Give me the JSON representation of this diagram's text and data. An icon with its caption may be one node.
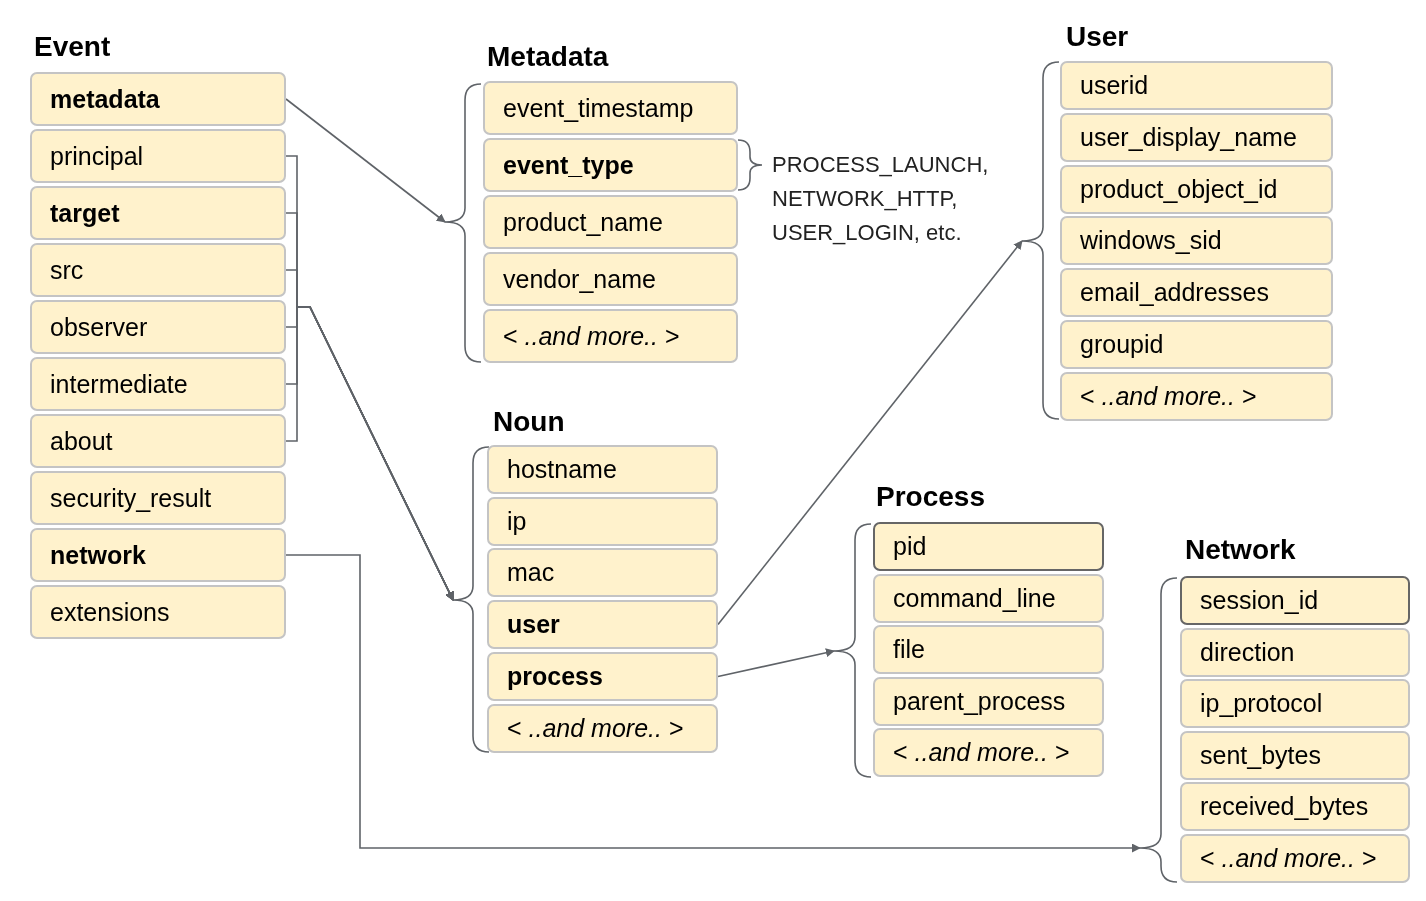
{
  "diagram": {
    "nodes": [
      {
        "text": [
          "Event"
        ]
      },
      {
        "text": [
          "metadata"
        ],
        "in": 0
      },
      {
        "text": [
          "principal"
        ],
        "in": 0
      },
      {
        "text": [
          "target"
        ],
        "in": 0
      },
      {
        "text": [
          "src"
        ],
        "in": 0
      },
      {
        "text": [
          "observer"
        ],
        "in": 0
      },
      {
        "text": [
          "intermediate"
        ],
        "in": 0
      },
      {
        "text": [
          "about"
        ],
        "in": 0
      },
      {
        "text": [
          "security_result"
        ],
        "in": 0
      },
      {
        "text": [
          "network"
        ],
        "in": 0
      },
      {
        "text": [
          "extensions"
        ],
        "in": 0
      },
      {
        "text": [
          "Metadata"
        ]
      },
      {
        "text": [
          "event_timestamp"
        ],
        "in": 11
      },
      {
        "text": [
          "event_type"
        ],
        "in": 11,
        "beside": [
          "PROCESS_LAUNCH, NETWORK_HTTP, USER_LOGIN, etc."
        ]
      },
      {
        "text": [
          "product_name"
        ],
        "in": 11
      },
      {
        "text": [
          "vendor_name"
        ],
        "in": 11
      },
      {
        "text": [
          "< *..and more..* >"
        ],
        "in": 11
      },
      {
        "text": [
          "User"
        ]
      },
      {
        "text": [
          "userid"
        ],
        "in": 17
      },
      {
        "text": [
          "user_display_name"
        ],
        "in": 17
      },
      {
        "text": [
          "product_object_id"
        ],
        "in": 17
      },
      {
        "text": [
          "windows_sid"
        ],
        "in": 17
      },
      {
        "text": [
          "email_addresses"
        ],
        "in": 17
      },
      {
        "text": [
          "groupid"
        ],
        "in": 17
      },
      {
        "text": [
          "< *..and more..* >"
        ],
        "in": 17
      },
      {
        "text": [
          "Noun"
        ]
      },
      {
        "text": [
          "hostname"
        ],
        "in": 25
      },
      {
        "text": [
          "ip"
        ],
        "in": 25
      },
      {
        "text": [
          "mac"
        ],
        "in": 25
      },
      {
        "text": [
          "user"
        ],
        "in": 25
      },
      {
        "text": [
          "process"
        ],
        "in": 25
      },
      {
        "text": [
          "< *..and more..* >"
        ],
        "in": 25
      },
      {
        "text": [
          "Process"
        ]
      },
      {
        "text": [
          "pid"
        ],
        "in": 32
      },
      {
        "text": [
          "command_line"
        ],
        "in": 32
      },
      {
        "text": [
          "file"
        ],
        "in": 32
      },
      {
        "text": [
          "parent_process"
        ],
        "in": 32
      },
      {
        "text": [
          "< *..and more..* >"
        ],
        "in": 32
      },
      {
        "text": [
          "Network"
        ]
      },
      {
        "text": [
          "session_id"
        ],
        "in": 38
      },
      {
        "text": [
          "direction"
        ],
        "in": 38
      },
      {
        "text": [
          "ip_protocol"
        ],
        "in": 38
      },
      {
        "text": [
          "sent_bytes"
        ],
        "in": 38
      },
      {
        "text": [
          "received_bytes"
        ],
        "in": 38
      },
      {
        "text": [
          "< *..and more..* >"
        ],
        "in": 38
      }
    ],
    "edges": [
      {
        "from": 1,
        "to": 11,
        "arrow": "to"
      },
      {
        "from": 2,
        "to": 25,
        "arrow": "to"
      },
      {
        "from": 3,
        "to": 25,
        "arrow": "to"
      },
      {
        "from": 4,
        "to": 25,
        "arrow": "to"
      },
      {
        "from": 5,
        "to": 25,
        "arrow": "to"
      },
      {
        "from": 6,
        "to": 25,
        "arrow": "to"
      },
      {
        "from": 7,
        "to": 25,
        "arrow": "to"
      },
      {
        "from": 29,
        "to": 17,
        "arrow": "to"
      },
      {
        "from": 30,
        "to": 32,
        "arrow": "to"
      },
      {
        "from": 9,
        "to": 38,
        "arrow": "to"
      }
    ]
  }
}
